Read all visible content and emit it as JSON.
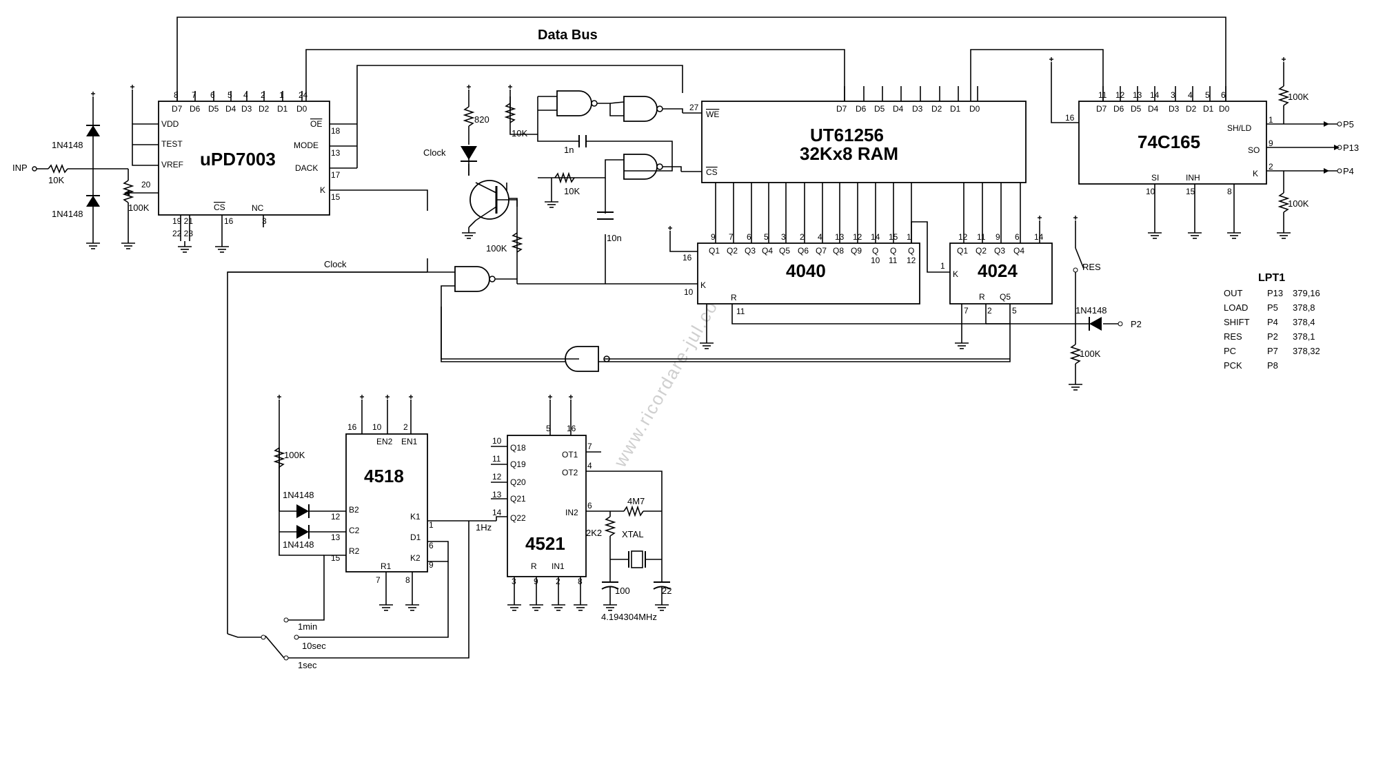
{
  "title": "Data Bus",
  "watermark": "www.ricordare-jul.com",
  "chips": {
    "adc": {
      "name": "uPD7003",
      "pins_top": [
        "8",
        "7",
        "6",
        "5",
        "4",
        "2",
        "1",
        "24"
      ],
      "labels_top": [
        "D7",
        "D6",
        "D5",
        "D4",
        "D3",
        "D2",
        "D1",
        "D0"
      ],
      "left": [
        "VDD",
        "TEST",
        "VREF"
      ],
      "right": [
        "OE",
        "MODE",
        "DACK",
        "K"
      ],
      "right_nums": [
        "18",
        "13",
        "17",
        "15"
      ],
      "bottom": [
        "19 21",
        "22 23",
        "CS",
        "16",
        "NC",
        "3"
      ],
      "pin20": "20"
    },
    "ram": {
      "name": "UT61256",
      "sub": "32Kx8 RAM",
      "labels_top": [
        "D7",
        "D6",
        "D5",
        "D4",
        "D3",
        "D2",
        "D1",
        "D0"
      ],
      "we": "WE",
      "we_pin": "27",
      "cs": "CS"
    },
    "shift": {
      "name": "74C165",
      "pins_top": [
        "11",
        "12",
        "13",
        "14",
        "3",
        "4",
        "5",
        "6"
      ],
      "labels_top": [
        "D7",
        "D6",
        "D5",
        "D4",
        "D3",
        "D2",
        "D1",
        "D0"
      ],
      "left_pin": "16",
      "right": [
        "SH/LD",
        "SO",
        "K"
      ],
      "right_nums": [
        "1",
        "9",
        "2"
      ],
      "bottom": [
        "SI",
        "INH"
      ],
      "bottom_nums": [
        "10",
        "15",
        "8"
      ]
    },
    "c4040": {
      "name": "4040",
      "pins_top": [
        "9",
        "7",
        "6",
        "5",
        "3",
        "2",
        "4",
        "13",
        "12",
        "14",
        "15",
        "1"
      ],
      "labels": [
        "Q1",
        "Q2",
        "Q3",
        "Q4",
        "Q5",
        "Q6",
        "Q7",
        "Q8",
        "Q9",
        "Q 10",
        "Q 11",
        "Q 12"
      ],
      "k": "K",
      "k_pin": "10",
      "r": "R",
      "r_pin": "11",
      "vcc_pin": "16"
    },
    "c4024": {
      "name": "4024",
      "pins_top": [
        "12",
        "11",
        "9",
        "6",
        "14"
      ],
      "labels": [
        "Q1",
        "Q2",
        "Q3",
        "Q4"
      ],
      "k": "K",
      "k_pin": "1",
      "r": "R",
      "q5": "Q5",
      "bottom": [
        "7",
        "2",
        "5"
      ]
    },
    "c4518": {
      "name": "4518",
      "top_pins": [
        "16",
        "10",
        "2"
      ],
      "top_labels": [
        "EN2",
        "EN1"
      ],
      "left": [
        "B2",
        "C2",
        "R2"
      ],
      "left_nums": [
        "12",
        "13",
        "15"
      ],
      "right": [
        "K1",
        "D1",
        "K2"
      ],
      "right_nums": [
        "1",
        "6",
        "9"
      ],
      "bottom": [
        "R1"
      ],
      "bottom_nums": [
        "7",
        "8"
      ]
    },
    "c4521": {
      "name": "4521",
      "left": [
        "Q18",
        "Q19",
        "Q20",
        "Q21",
        "Q22"
      ],
      "left_nums": [
        "10",
        "11",
        "12",
        "13",
        "14"
      ],
      "top_nums": [
        "5",
        "16"
      ],
      "right": [
        "OT1",
        "OT2",
        "IN2"
      ],
      "right_nums": [
        "7",
        "4",
        "6"
      ],
      "bottom": [
        "R",
        "IN1"
      ],
      "bottom_nums": [
        "3",
        "9",
        "2",
        "8"
      ]
    }
  },
  "components": {
    "r10k_in": "10K",
    "r100k_pot": "100K",
    "d1": "1N4148",
    "d2": "1N4148",
    "inp": "INP",
    "r820": "820",
    "led": "Clock",
    "r10k_a": "10K",
    "r10k_b": "10K",
    "c1n": "1n",
    "c10n": "10n",
    "r100k_b": "100K",
    "r100k_top": "100K",
    "r100k_bot": "100K",
    "r100k_res": "100K",
    "d_res": "1N4148",
    "res": "RES",
    "r100k_4518": "100K",
    "d3": "1N4148",
    "d4": "1N4148",
    "f1hz": "1Hz",
    "r4m7": "4M7",
    "r2k2": "2K2",
    "xtal": "XTAL",
    "c100": "100",
    "c22": "22",
    "freq": "4.194304MHz",
    "sw_1min": "1min",
    "sw_10sec": "10sec",
    "sw_1sec": "1sec",
    "clock_label": "Clock"
  },
  "ports": {
    "p5": "P5",
    "p13": "P13",
    "p4": "P4",
    "p2": "P2"
  },
  "lpt": {
    "title": "LPT1",
    "rows": [
      {
        "sig": "OUT",
        "pin": "P13",
        "addr": "379,16"
      },
      {
        "sig": "LOAD",
        "pin": "P5",
        "addr": "378,8"
      },
      {
        "sig": "SHIFT",
        "pin": "P4",
        "addr": "378,4"
      },
      {
        "sig": "RES",
        "pin": "P2",
        "addr": "378,1"
      },
      {
        "sig": "PC",
        "pin": "P7",
        "addr": "378,32"
      },
      {
        "sig": "PCK",
        "pin": "P8",
        "addr": ""
      }
    ]
  }
}
